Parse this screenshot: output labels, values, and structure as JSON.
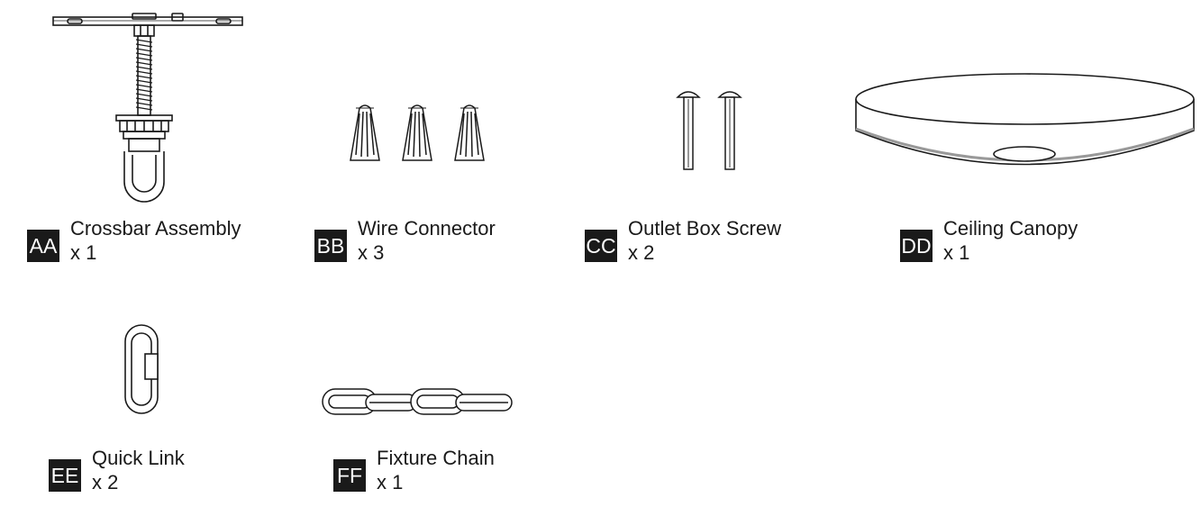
{
  "parts": [
    {
      "code": "AA",
      "name": "Crossbar Assembly",
      "qty": "x 1",
      "icon": "crossbar-assembly-icon"
    },
    {
      "code": "BB",
      "name": "Wire Connector",
      "qty": "x 3",
      "icon": "wire-connector-icon"
    },
    {
      "code": "CC",
      "name": "Outlet Box Screw",
      "qty": "x 2",
      "icon": "outlet-box-screw-icon"
    },
    {
      "code": "DD",
      "name": "Ceiling Canopy",
      "qty": "x 1",
      "icon": "ceiling-canopy-icon"
    },
    {
      "code": "EE",
      "name": "Quick Link",
      "qty": "x 2",
      "icon": "quick-link-icon"
    },
    {
      "code": "FF",
      "name": "Fixture Chain",
      "qty": "x 1",
      "icon": "fixture-chain-icon"
    }
  ],
  "colors": {
    "ink": "#1a1a1a",
    "badge_bg": "#1a1a1a",
    "badge_text": "#ffffff",
    "background": "#ffffff"
  }
}
